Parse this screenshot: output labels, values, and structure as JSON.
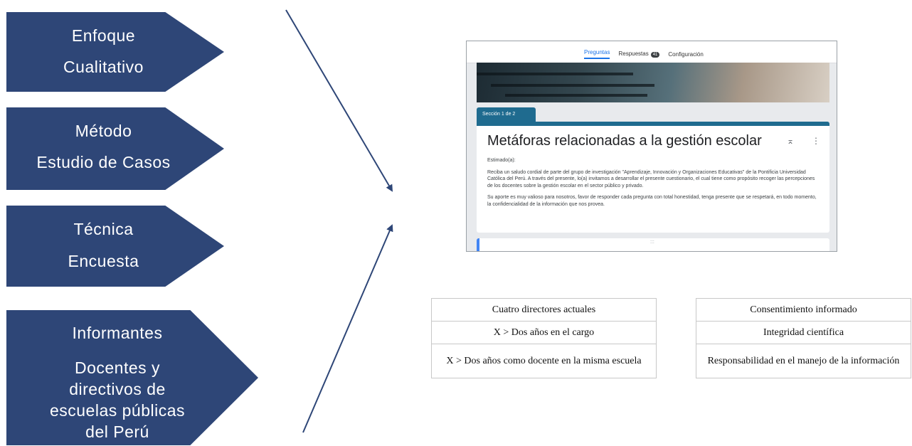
{
  "boxes": [
    {
      "line1": "Enfoque",
      "line2": "Cualitativo"
    },
    {
      "line1": "Método",
      "line2": "Estudio de Casos"
    },
    {
      "line1": "Técnica",
      "line2": "Encuesta"
    },
    {
      "line1": "Informantes",
      "line2": "Docentes y directivos de escuelas públicas del Perú"
    }
  ],
  "form": {
    "tabs": [
      "Preguntas",
      "Respuestas",
      "Configuración"
    ],
    "responses_badge": "41",
    "section_label": "Sección 1 de 2",
    "title": "Metáforas relacionadas a la gestión escolar",
    "greeting": "Estimado(a):",
    "paragraph1": "Reciba un saludo cordial de parte del grupo de investigación \"Aprendizaje, Innovación y Organizaciones Educativas\" de la Pontificia Universidad Católica del Perú.  A través del presente, lo(a) invitamos a desarrollar el presente cuestionario, el cual tiene como propósito recoger las percepciones de los docentes sobre la gestión escolar en el sector público y privado.",
    "paragraph2": "Su aporte es muy valioso para nosotros, favor de responder cada pregunta con total honestidad, tenga presente que se respetará, en todo momento, la confidencialidad de la información que nos provea.",
    "icons": {
      "collapse": "collapse-icon",
      "more": "more-vert-icon",
      "drag": "drag-handle-icon"
    }
  },
  "criteria_table": [
    "Cuatro directores actuales",
    "X > Dos años en el cargo",
    "X > Dos años como docente en la misma escuela"
  ],
  "ethics_table": [
    "Consentimiento  informado",
    "Integridad  científica",
    "Responsabilidad  en el manejo de la información"
  ],
  "colors": {
    "box": "#2e4677",
    "arrow": "#2e4677",
    "form_accent": "#1f6b8f"
  }
}
